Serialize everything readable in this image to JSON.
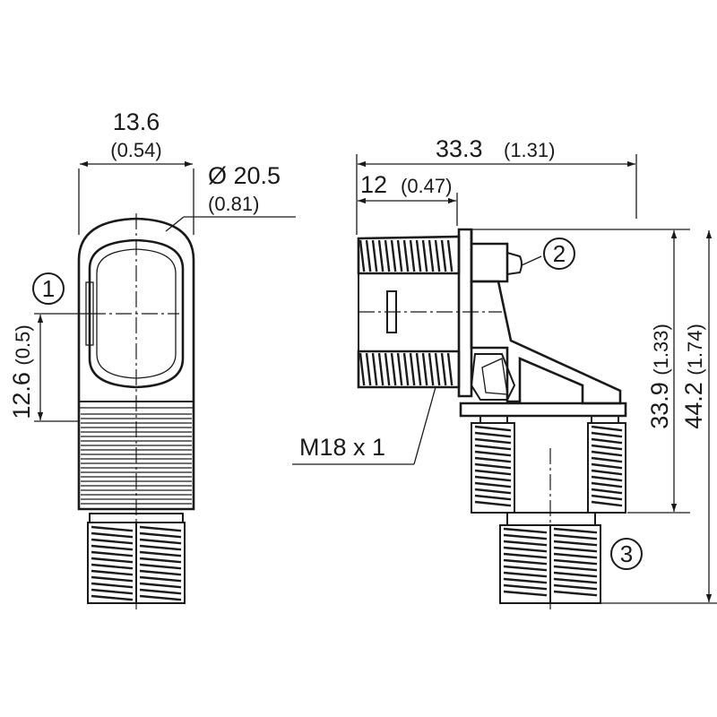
{
  "dimensions": {
    "width_mm": "13.6",
    "width_in": "(0.54)",
    "diameter_mm": "Ø 20.5",
    "diameter_in": "(0.81)",
    "height_axis_mm": "12.6",
    "height_axis_in": "(0.5)",
    "length_mm": "33.3",
    "length_in": "(1.31)",
    "thread_len_mm": "12",
    "thread_len_in": "(0.47)",
    "height_mid_mm": "33.9",
    "height_mid_in": "(1.33)",
    "height_total_mm": "44.2",
    "height_total_in": "(1.74)",
    "thread_spec": "M18 x 1"
  },
  "callouts": [
    "1",
    "2",
    "3"
  ]
}
